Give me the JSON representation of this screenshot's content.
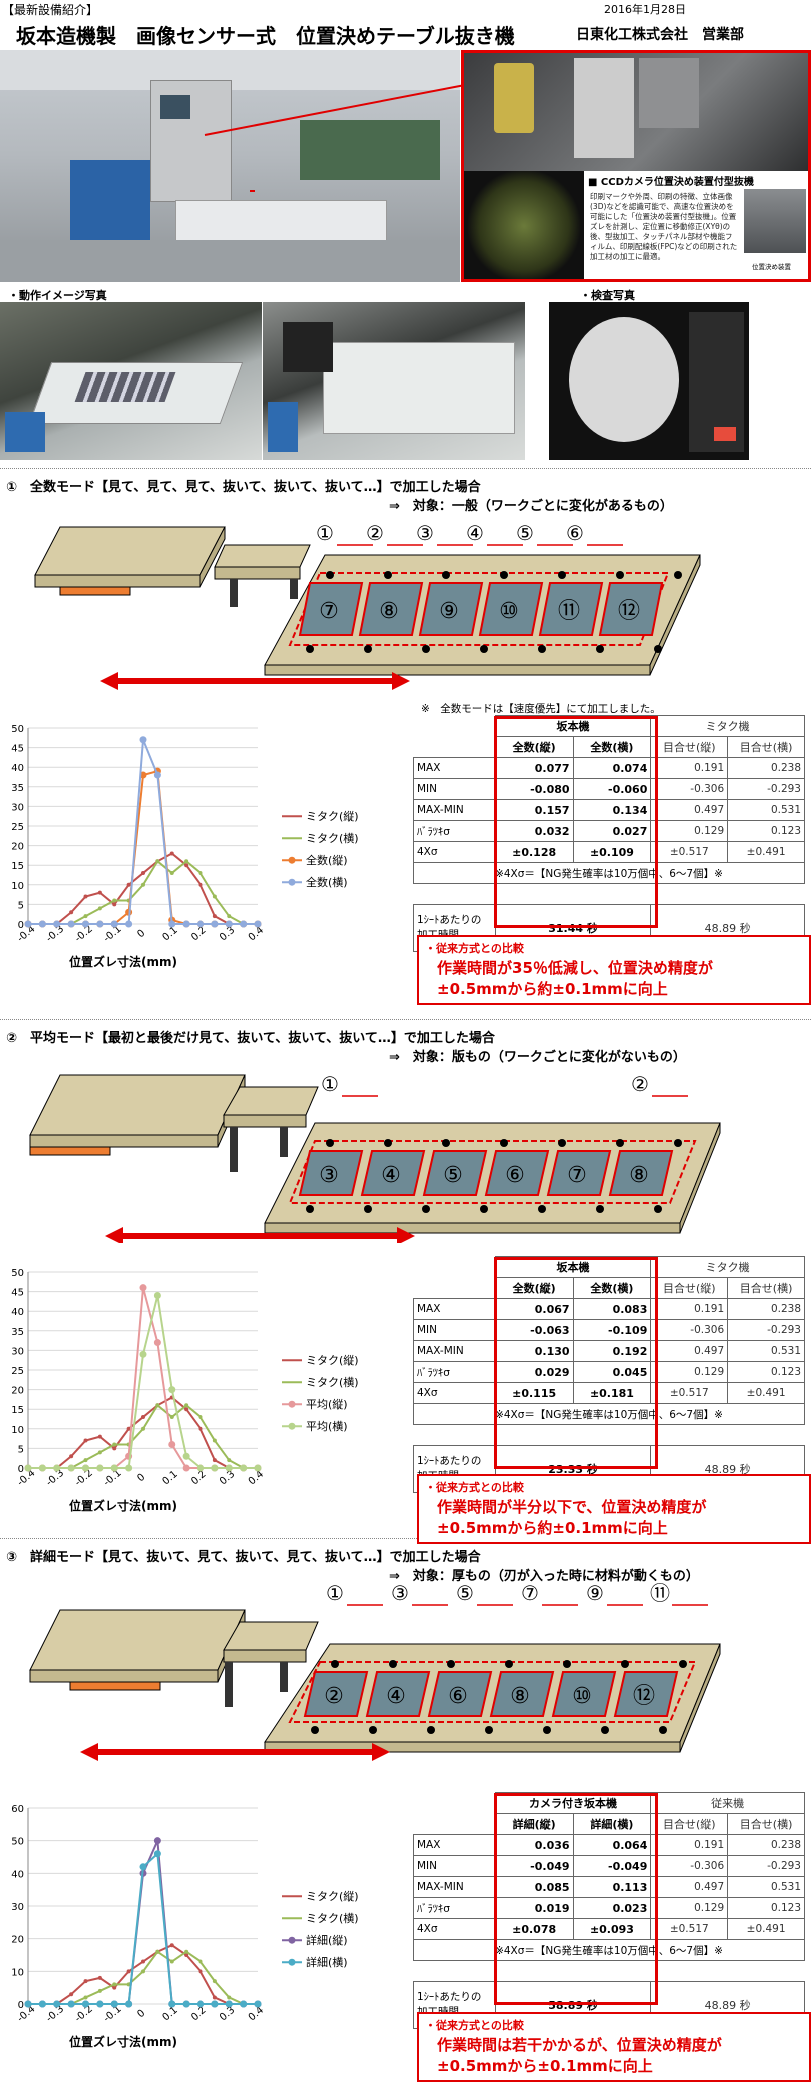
{
  "header": {
    "tag": "【最新設備紹介】",
    "date": "2016年1月28日",
    "title": "坂本造機製　画像センサー式　位置決めテーブル抜き機",
    "company": "日東化工株式会社　営業部"
  },
  "labels": {
    "action_photos": "・動作イメージ写真",
    "inspection_photos": "・検査写真"
  },
  "ccd": {
    "title": "■ CCDカメラ位置決め装置付型抜機",
    "body": "印刷マークや外周、印刷の特徴、立体画像(3D)などを認識可能で、高速な位置決めを可能にした「位置決め装置付型抜機」。位置ズレを計測し、定位置に移動修正(XYθ)の後、型抜加工、タッチパネル部材や機能フィルム、印刷配線板(FPC)などの印刷された加工材の加工に最適。",
    "caption": "位置決め装置"
  },
  "colors": {
    "red": "#e00000",
    "tan": "#d8cda6",
    "slate": "#6e8a95",
    "blue": "#1f6fa8"
  },
  "sections": [
    {
      "heading": "①　全数モード【見て、見て、見て、抜いて、抜いて、抜いて…】で加工した場合",
      "target": "⇒　対象：一般（ワークごとに変化があるもの）",
      "top_nums": [
        "①",
        "②",
        "③",
        "④",
        "⑤",
        "⑥"
      ],
      "tiles": [
        "⑦",
        "⑧",
        "⑨",
        "⑩",
        "⑪",
        "⑫"
      ],
      "note": "※　全数モードは【速度優先】にて加工しました。",
      "table": {
        "group_a": "坂本機",
        "group_b": "ミタク機",
        "col_headers": [
          "全数(縦)",
          "全数(横)",
          "目合せ(縦)",
          "目合せ(横)"
        ],
        "rows": [
          {
            "label": "MAX",
            "vals": [
              "0.077",
              "0.074",
              "0.191",
              "0.238"
            ]
          },
          {
            "label": "MIN",
            "vals": [
              "-0.080",
              "-0.060",
              "-0.306",
              "-0.293"
            ]
          },
          {
            "label": "MAX-MIN",
            "vals": [
              "0.157",
              "0.134",
              "0.497",
              "0.531"
            ]
          },
          {
            "label": "ﾊﾞﾗﾂｷσ",
            "vals": [
              "0.032",
              "0.027",
              "0.129",
              "0.123"
            ]
          },
          {
            "label": "4Xσ",
            "vals": [
              "±0.128",
              "±0.109",
              "±0.517",
              "±0.491"
            ]
          }
        ],
        "note": "※4Xσ＝【NG発生確率は10万個中、6～7個】※",
        "time_label_1": "1ｼｰﾄあたりの",
        "time_label_2": "加工時間",
        "time_a": "31.44 秒",
        "time_b": "48.89 秒"
      },
      "compare_title": "・従来方式との比較",
      "compare_lines": [
        "作業時間が35％低減し、位置決め精度が",
        "±0.5mmから約±0.1mmに向上"
      ]
    },
    {
      "heading": "②　平均モード【最初と最後だけ見て、抜いて、抜いて、抜いて…】で加工した場合",
      "target": "⇒　対象：版もの（ワークごとに変化がないもの）",
      "top_nums": [
        "①",
        "②"
      ],
      "tiles": [
        "③",
        "④",
        "⑤",
        "⑥",
        "⑦",
        "⑧"
      ],
      "note": "",
      "table": {
        "group_a": "坂本機",
        "group_b": "ミタク機",
        "col_headers": [
          "全数(縦)",
          "全数(横)",
          "目合せ(縦)",
          "目合せ(横)"
        ],
        "rows": [
          {
            "label": "MAX",
            "vals": [
              "0.067",
              "0.083",
              "0.191",
              "0.238"
            ]
          },
          {
            "label": "MIN",
            "vals": [
              "-0.063",
              "-0.109",
              "-0.306",
              "-0.293"
            ]
          },
          {
            "label": "MAX-MIN",
            "vals": [
              "0.130",
              "0.192",
              "0.497",
              "0.531"
            ]
          },
          {
            "label": "ﾊﾞﾗﾂｷσ",
            "vals": [
              "0.029",
              "0.045",
              "0.129",
              "0.123"
            ]
          },
          {
            "label": "4Xσ",
            "vals": [
              "±0.115",
              "±0.181",
              "±0.517",
              "±0.491"
            ]
          }
        ],
        "note": "※4Xσ＝【NG発生確率は10万個中、6～7個】※",
        "time_label_1": "1ｼｰﾄあたりの",
        "time_label_2": "加工時間",
        "time_a": "23.33 秒",
        "time_b": "48.89 秒"
      },
      "compare_title": "・従来方式との比較",
      "compare_lines": [
        "作業時間が半分以下で、位置決め精度が",
        "±0.5mmから約±0.1mmに向上"
      ]
    },
    {
      "heading": "③　詳細モード【見て、抜いて、見て、抜いて、見て、抜いて…】で加工した場合",
      "target": "⇒　対象：厚もの（刃が入った時に材料が動くもの）",
      "top_nums": [
        "①",
        "③",
        "⑤",
        "⑦",
        "⑨",
        "⑪"
      ],
      "tiles": [
        "②",
        "④",
        "⑥",
        "⑧",
        "⑩",
        "⑫"
      ],
      "note": "",
      "table": {
        "group_a": "カメラ付き坂本機",
        "group_b": "従来機",
        "col_headers": [
          "詳細(縦)",
          "詳細(横)",
          "目合せ(縦)",
          "目合せ(横)"
        ],
        "rows": [
          {
            "label": "MAX",
            "vals": [
              "0.036",
              "0.064",
              "0.191",
              "0.238"
            ]
          },
          {
            "label": "MIN",
            "vals": [
              "-0.049",
              "-0.049",
              "-0.306",
              "-0.293"
            ]
          },
          {
            "label": "MAX-MIN",
            "vals": [
              "0.085",
              "0.113",
              "0.497",
              "0.531"
            ]
          },
          {
            "label": "ﾊﾞﾗﾂｷσ",
            "vals": [
              "0.019",
              "0.023",
              "0.129",
              "0.123"
            ]
          },
          {
            "label": "4Xσ",
            "vals": [
              "±0.078",
              "±0.093",
              "±0.517",
              "±0.491"
            ]
          }
        ],
        "note": "※4Xσ＝【NG発生確率は10万個中、6～7個】※",
        "time_label_1": "1ｼｰﾄあたりの",
        "time_label_2": "加工時間",
        "time_a": "58.89 秒",
        "time_b": "48.89 秒"
      },
      "compare_title": "・従来方式との比較",
      "compare_lines": [
        "作業時間は若干かかるが、位置決め精度が",
        "±0.5mmから±0.1mmに向上"
      ]
    }
  ],
  "chart_data": [
    {
      "type": "line",
      "x": [
        -0.4,
        -0.35,
        -0.3,
        -0.25,
        -0.2,
        -0.15,
        -0.1,
        -0.05,
        0,
        0.05,
        0.1,
        0.15,
        0.2,
        0.25,
        0.3,
        0.35,
        0.4
      ],
      "xticks": [
        "-0.4",
        "-0.3",
        "-0.2",
        "-0.1",
        "0",
        "0.1",
        "0.2",
        "0.3",
        "0.4"
      ],
      "xlabel": "位置ズレ寸法(mm)",
      "ylim": [
        0,
        50
      ],
      "ystep": 5,
      "series": [
        {
          "name": "ミタク(縦)",
          "color": "#c0504d",
          "values": [
            0,
            0,
            0,
            3,
            7,
            8,
            5,
            10,
            13,
            16,
            18,
            15,
            10,
            2,
            0,
            0,
            0
          ]
        },
        {
          "name": "ミタク(横)",
          "color": "#9bbb59",
          "values": [
            0,
            0,
            0,
            0,
            2,
            4,
            6,
            6,
            10,
            16,
            13,
            16,
            13,
            7,
            2,
            0,
            0
          ]
        },
        {
          "name": "全数(縦)",
          "color": "#ed7d31",
          "values": [
            0,
            0,
            0,
            0,
            0,
            0,
            0,
            3,
            38,
            39,
            1,
            0,
            0,
            0,
            0,
            0,
            0
          ]
        },
        {
          "name": "全数(横)",
          "color": "#8faadc",
          "values": [
            0,
            0,
            0,
            0,
            0,
            0,
            0,
            0,
            47,
            38,
            0,
            0,
            0,
            0,
            0,
            0,
            0
          ]
        }
      ]
    },
    {
      "type": "line",
      "x": [
        -0.4,
        -0.35,
        -0.3,
        -0.25,
        -0.2,
        -0.15,
        -0.1,
        -0.05,
        0,
        0.05,
        0.1,
        0.15,
        0.2,
        0.25,
        0.3,
        0.35,
        0.4
      ],
      "xticks": [
        "-0.4",
        "-0.3",
        "-0.2",
        "-0.1",
        "0",
        "0.1",
        "0.2",
        "0.3",
        "0.4"
      ],
      "xlabel": "位置ズレ寸法(mm)",
      "ylim": [
        0,
        50
      ],
      "ystep": 5,
      "series": [
        {
          "name": "ミタク(縦)",
          "color": "#c0504d",
          "values": [
            0,
            0,
            0,
            3,
            7,
            8,
            5,
            10,
            13,
            16,
            18,
            15,
            10,
            2,
            0,
            0,
            0
          ]
        },
        {
          "name": "ミタク(横)",
          "color": "#9bbb59",
          "values": [
            0,
            0,
            0,
            0,
            2,
            4,
            6,
            6,
            10,
            16,
            13,
            16,
            13,
            7,
            2,
            0,
            0
          ]
        },
        {
          "name": "平均(縦)",
          "color": "#e6999b",
          "values": [
            0,
            0,
            0,
            0,
            0,
            0,
            0,
            3,
            46,
            32,
            6,
            0,
            0,
            0,
            0,
            0,
            0
          ]
        },
        {
          "name": "平均(横)",
          "color": "#b7d48c",
          "values": [
            0,
            0,
            0,
            0,
            0,
            0,
            0,
            0,
            29,
            44,
            20,
            3,
            0,
            0,
            0,
            0,
            0
          ]
        }
      ]
    },
    {
      "type": "line",
      "x": [
        -0.4,
        -0.35,
        -0.3,
        -0.25,
        -0.2,
        -0.15,
        -0.1,
        -0.05,
        0,
        0.05,
        0.1,
        0.15,
        0.2,
        0.25,
        0.3,
        0.35,
        0.4
      ],
      "xticks": [
        "-0.4",
        "-0.3",
        "-0.2",
        "-0.1",
        "0",
        "0.1",
        "0.2",
        "0.3",
        "0.4"
      ],
      "xlabel": "位置ズレ寸法(mm)",
      "ylim": [
        0,
        60
      ],
      "ystep": 10,
      "series": [
        {
          "name": "ミタク(縦)",
          "color": "#c0504d",
          "values": [
            0,
            0,
            0,
            3,
            7,
            8,
            5,
            10,
            13,
            16,
            18,
            15,
            10,
            2,
            0,
            0,
            0
          ]
        },
        {
          "name": "ミタク(横)",
          "color": "#9bbb59",
          "values": [
            0,
            0,
            0,
            0,
            2,
            4,
            6,
            6,
            10,
            16,
            13,
            16,
            13,
            7,
            2,
            0,
            0
          ]
        },
        {
          "name": "詳細(縦)",
          "color": "#8064a2",
          "values": [
            0,
            0,
            0,
            0,
            0,
            0,
            0,
            0,
            40,
            50,
            0,
            0,
            0,
            0,
            0,
            0,
            0
          ]
        },
        {
          "name": "詳細(横)",
          "color": "#4bacc6",
          "values": [
            0,
            0,
            0,
            0,
            0,
            0,
            0,
            0,
            42,
            46,
            0,
            0,
            0,
            0,
            0,
            0,
            0
          ]
        }
      ]
    }
  ]
}
